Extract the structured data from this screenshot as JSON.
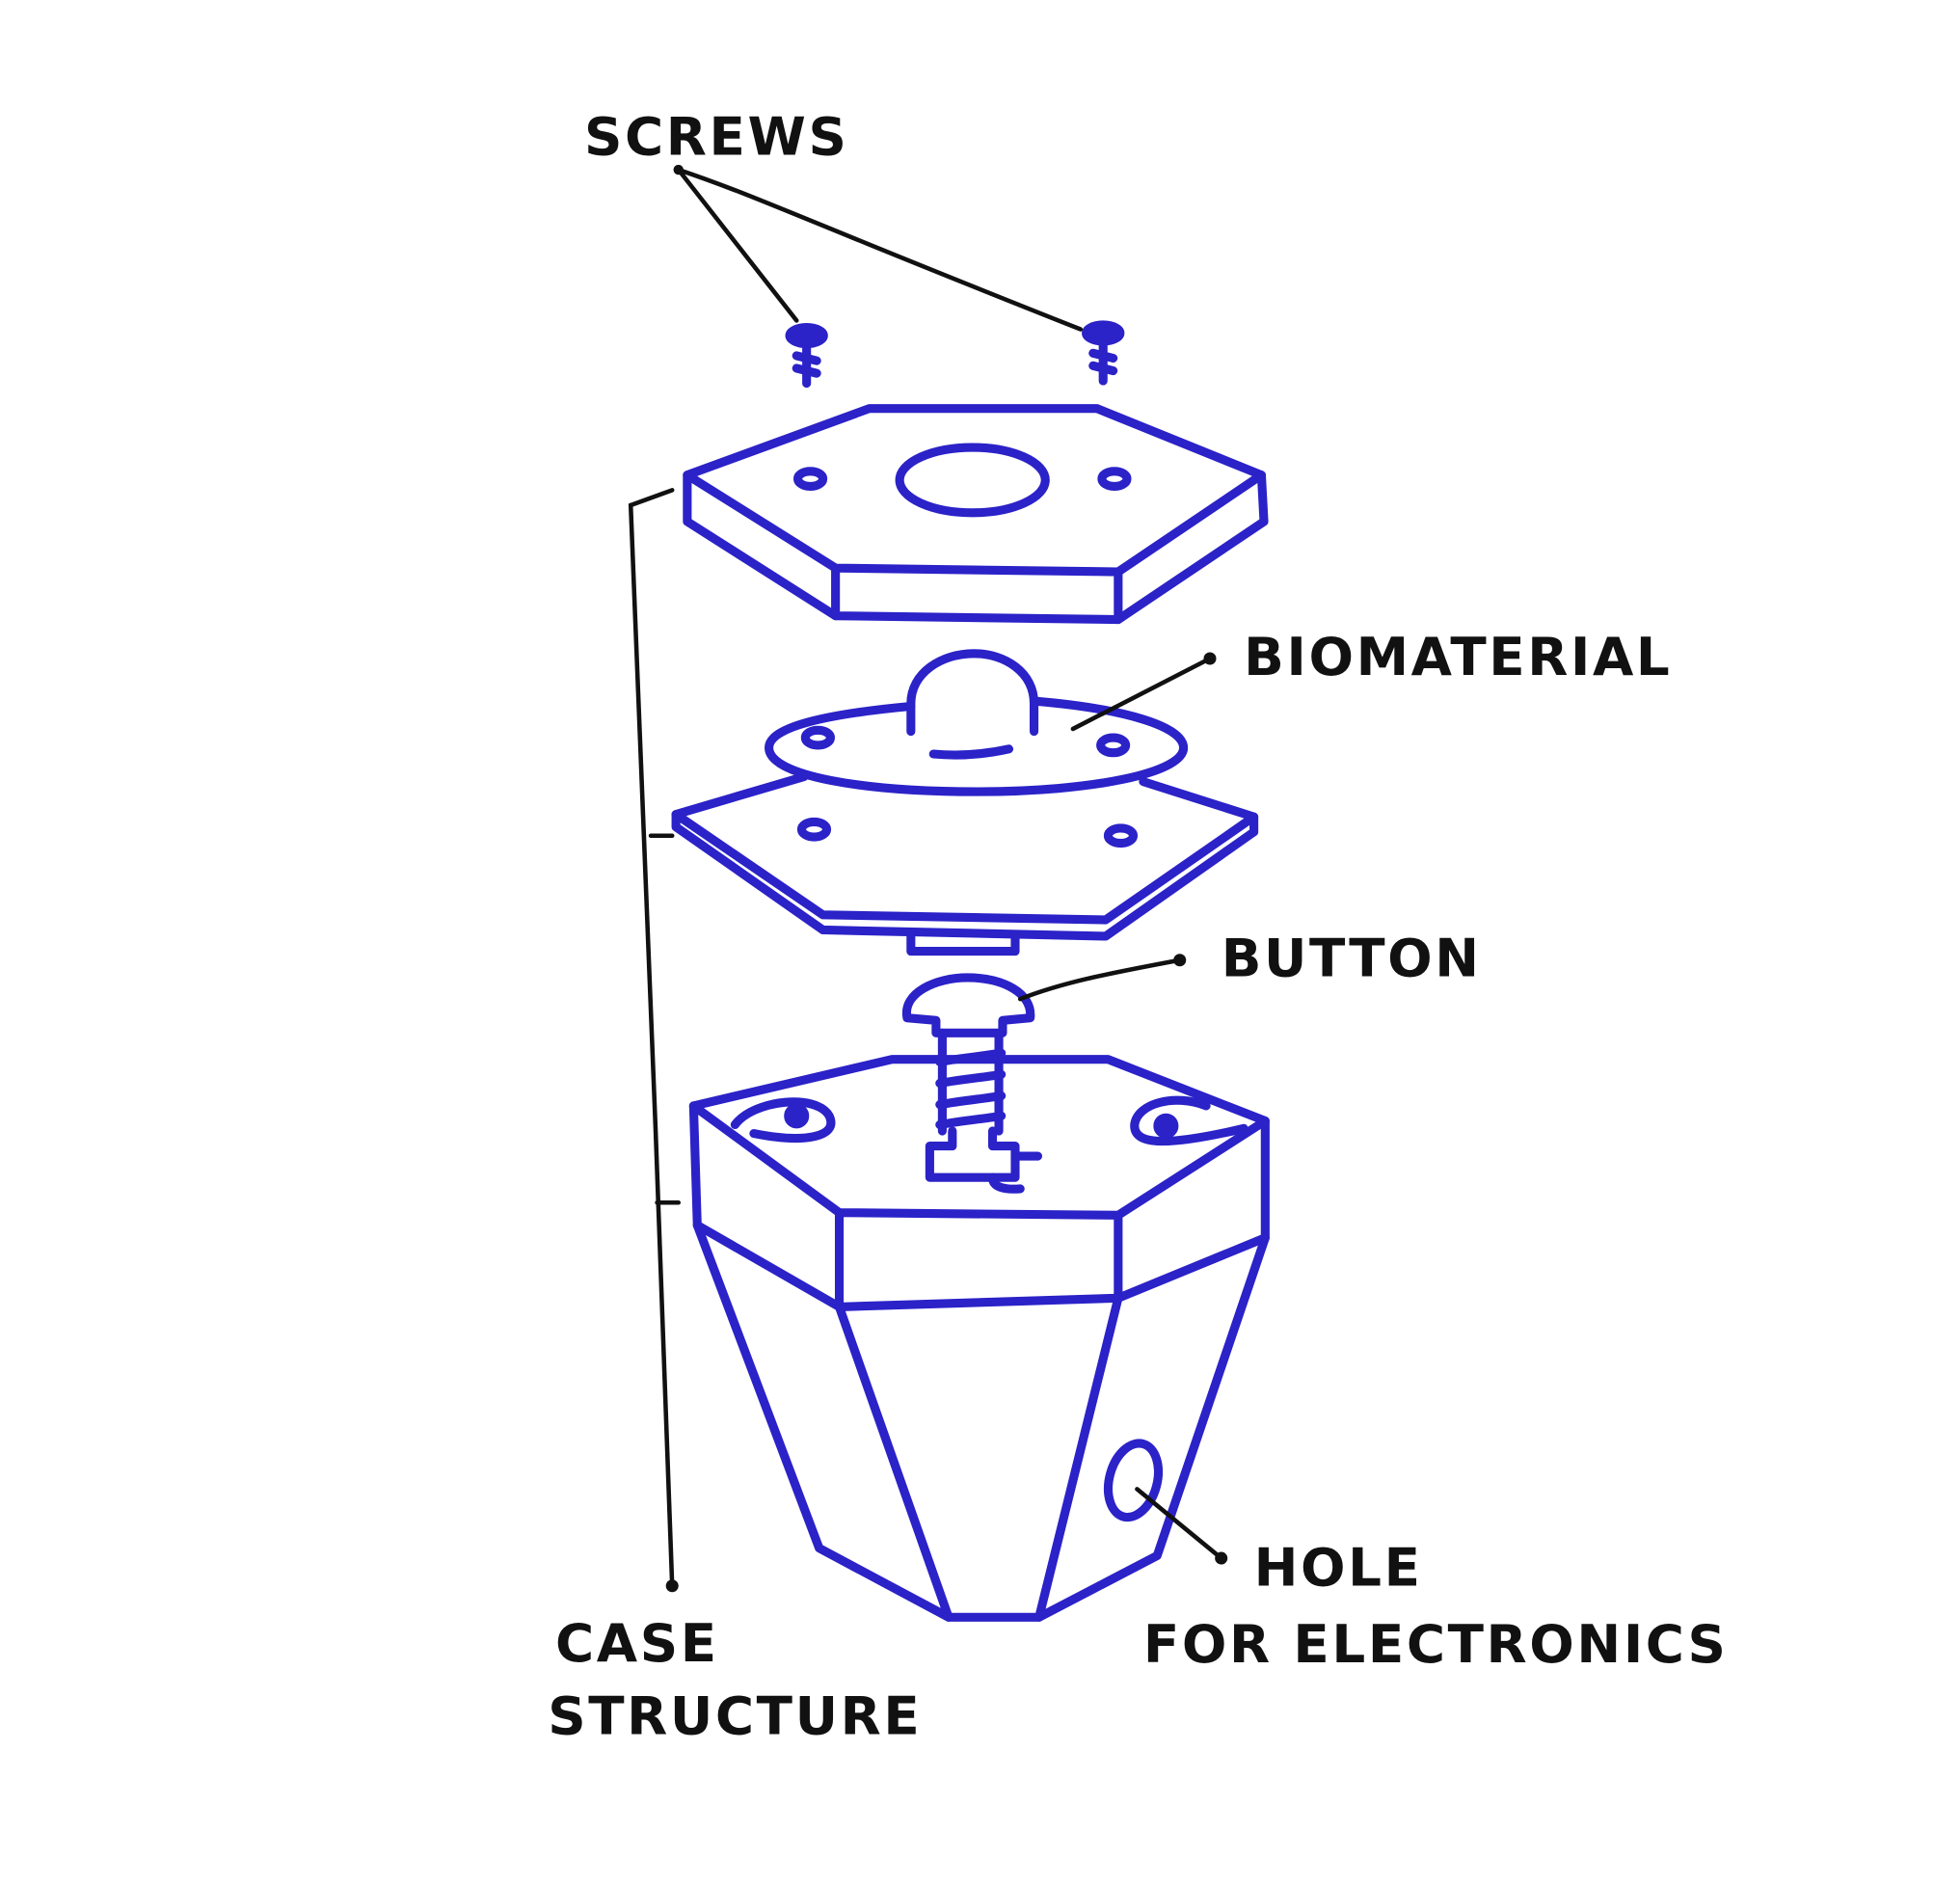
{
  "diagram": {
    "labels": {
      "screws": "SCREWS",
      "biomaterial": "BIOMATERIAL",
      "button": "BUTTON",
      "hole_line1": "HOLE",
      "hole_line2": "FOR ELECTRONICS",
      "case_line1": "CASE",
      "case_line2": "STRUCTURE"
    },
    "colors": {
      "drawing": "#2b22c8",
      "annotation": "#111111"
    }
  }
}
